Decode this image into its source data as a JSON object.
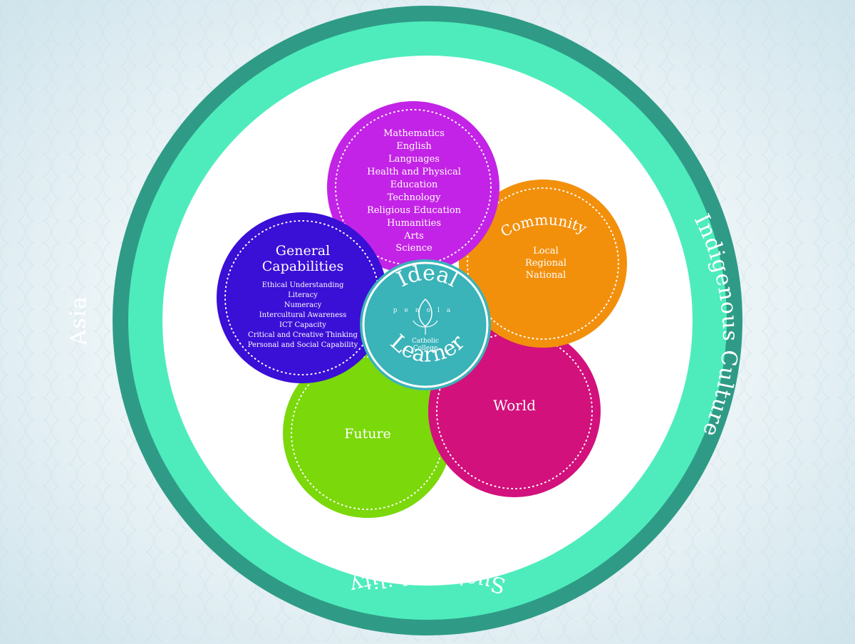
{
  "colors": {
    "outer_ring": "#2f9b86",
    "inner_ring": "#4eecbc",
    "general": "#3a0fd6",
    "subjects": "#c323e6",
    "community": "#f2900c",
    "world": "#d2117c",
    "future": "#7bd80b",
    "center": "#3ab3b9"
  },
  "rings": {
    "left": "Asia",
    "right": "Indigenous Culture",
    "bottom": "Sustentability"
  },
  "subjects": {
    "items": [
      "Mathematics",
      "English",
      "Languages",
      "Health and Physical",
      "Education",
      "Technology",
      "Religious Education",
      "Humanities",
      "Arts",
      "Science"
    ]
  },
  "general": {
    "title_line1": "General",
    "title_line2": "Capabilities",
    "items": [
      "Ethical Understanding",
      "Literacy",
      "Numeracy",
      "Intercultural Awareness",
      "ICT Capacity",
      "Critical and Creative Thinking",
      "Personal and Social Capability"
    ]
  },
  "community": {
    "title": "Community",
    "items": [
      "Local",
      "Regional",
      "National"
    ]
  },
  "world": {
    "title": "World"
  },
  "future": {
    "title": "Future"
  },
  "center": {
    "top": "Ideal",
    "bottom": "Learner",
    "logo_name": "penola",
    "logo_sub1": "Catholic",
    "logo_sub2": "College"
  }
}
